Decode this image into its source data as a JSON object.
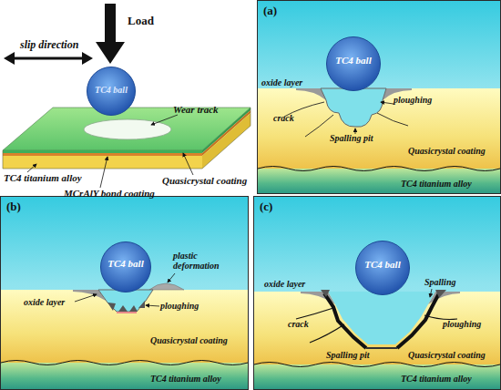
{
  "diagram": {
    "nodes": [
      {
        "text": [
          "TC4 ball"
        ]
      },
      {
        "text": [
          "(a)"
        ]
      },
      {
        "text": [
          "TC4 ball"
        ],
        "in": 1
      },
      {
        "text": [
          "Quasicrystal coating"
        ],
        "in": 1
      },
      {
        "text": [
          "TC4 titanium alloy"
        ],
        "in": 1
      },
      {
        "text": [
          "(b)"
        ]
      },
      {
        "text": [
          "TC4 ball"
        ],
        "in": 5
      },
      {
        "text": [
          "Quasicrystal coating"
        ],
        "in": 5
      },
      {
        "text": [
          "TC4 titanium alloy"
        ],
        "in": 5
      },
      {
        "text": [
          "(c)"
        ]
      },
      {
        "text": [
          "TC4 ball"
        ],
        "in": 9
      },
      {
        "text": [
          "Quasicrystal coating"
        ],
        "in": 9
      },
      {
        "text": [
          "TC4 titanium alloy"
        ],
        "in": 9
      }
    ],
    "labels": [
      "Load",
      "slip direction",
      "Wear track",
      "TC4 titanium alloy",
      "MCrAlY bond coating",
      "Quasicrystal coating",
      "oxide layer",
      "crack",
      "ploughing",
      "Spalling pit",
      "plastic deformation",
      "oxide layer",
      "ploughing",
      "oxide layer",
      "Spalling",
      "crack",
      "ploughing",
      "Spalling pit"
    ]
  }
}
